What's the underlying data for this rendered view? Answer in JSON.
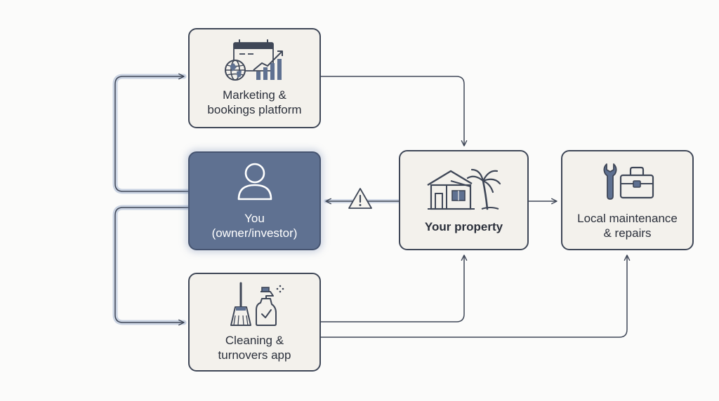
{
  "nodes": {
    "marketing": {
      "label_line1": "Marketing &",
      "label_line2": "bookings platform",
      "icon": "globe-calendar-growth-chart-icon"
    },
    "you": {
      "label_line1": "You",
      "label_line2": "(owner/investor)",
      "icon": "person-icon"
    },
    "property": {
      "label": "Your property",
      "icon": "house-palm-tree-icon"
    },
    "maintenance": {
      "label_line1": "Local maintenance",
      "label_line2": "& repairs",
      "icon": "wrench-toolbox-icon"
    },
    "cleaning": {
      "label_line1": "Cleaning &",
      "label_line2": "turnovers app",
      "icon": "broom-spray-bottle-icon"
    }
  },
  "connections": [
    {
      "from": "you",
      "to": "marketing"
    },
    {
      "from": "you",
      "to": "cleaning"
    },
    {
      "from": "marketing",
      "to": "property"
    },
    {
      "from": "property",
      "to": "you",
      "marker": "warning-icon"
    },
    {
      "from": "property",
      "to": "maintenance"
    },
    {
      "from": "cleaning",
      "to": "property"
    },
    {
      "from": "cleaning",
      "to": "maintenance"
    }
  ],
  "colors": {
    "stroke": "#3f4757",
    "node_fill": "#f3f1ec",
    "highlight_fill": "#5f7191",
    "highlight_border": "#465470",
    "highlight_glow": "#b9c5da",
    "warning_fill": "#f7f5ef"
  }
}
